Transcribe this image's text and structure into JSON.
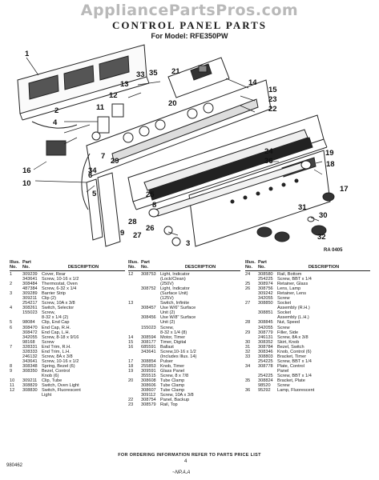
{
  "watermark": "AppliancePartsPros.com",
  "title": "CONTROL PANEL PARTS",
  "subtitle": "For Model: RFE350PW",
  "diagram_ref": "RA 0405",
  "callouts": [
    "1",
    "2",
    "3",
    "4",
    "5",
    "6",
    "7",
    "8",
    "9",
    "10",
    "11",
    "12",
    "13",
    "14",
    "15",
    "16",
    "17",
    "18",
    "19",
    "20",
    "21",
    "22",
    "23",
    "24",
    "25",
    "26",
    "27",
    "28",
    "29",
    "30",
    "31",
    "32",
    "33",
    "34",
    "35",
    "36"
  ],
  "table_headers": {
    "illus": "Illus.",
    "no": "No.",
    "part": "Part",
    "part_no": "No.",
    "description": "DESCRIPTION"
  },
  "parts_col1": [
    {
      "n": "1",
      "p": "309239",
      "d": "Cover, Rear"
    },
    {
      "n": "",
      "p": "343641",
      "d": "Screw, 10-16 x 1/2"
    },
    {
      "n": "2",
      "p": "308484",
      "d": "Thermostat, Oven"
    },
    {
      "n": "",
      "p": "487384",
      "d": "Screw, 6-32 x 1/4"
    },
    {
      "n": "3",
      "p": "309289",
      "d": "Barrier Strip"
    },
    {
      "n": "",
      "p": "309211",
      "d": "Clip (2)"
    },
    {
      "n": "",
      "p": "254217",
      "d": "Screw, 10A x 3/8"
    },
    {
      "n": "4",
      "p": "308261",
      "d": "Switch, Selector"
    },
    {
      "n": "",
      "p": "155023",
      "d": "Screw,"
    },
    {
      "n": "",
      "p": "",
      "d": "8-32 x 1/4 (2)"
    },
    {
      "n": "5",
      "p": "98084",
      "d": "Clip, End Cap"
    },
    {
      "n": "6",
      "p": "308470",
      "d": "End Cap, R.H."
    },
    {
      "n": "",
      "p": "308472",
      "d": "End Cap, L.H."
    },
    {
      "n": "",
      "p": "342055",
      "d": "Screw, 8-18 x 9/16"
    },
    {
      "n": "",
      "p": "98168",
      "d": "Screw"
    },
    {
      "n": "7",
      "p": "328331",
      "d": "End Trim, R.H."
    },
    {
      "n": "",
      "p": "328333",
      "d": "End Trim, L.H."
    },
    {
      "n": "",
      "p": "246132",
      "d": "Screw, 8A x 3/8"
    },
    {
      "n": "",
      "p": "343641",
      "d": "Screw, 10-16 x 1/2"
    },
    {
      "n": "8",
      "p": "308348",
      "d": "Spring, Bezel (6)"
    },
    {
      "n": "9",
      "p": "308350",
      "d": "Bezel, Control"
    },
    {
      "n": "",
      "p": "",
      "d": "Knob (6)"
    },
    {
      "n": "10",
      "p": "309211",
      "d": "Clip, Tube"
    },
    {
      "n": "11",
      "p": "308829",
      "d": "Switch, Oven Light"
    },
    {
      "n": "12",
      "p": "308830",
      "d": "Switch, Fluorescent"
    },
    {
      "n": "",
      "p": "",
      "d": "Light"
    }
  ],
  "parts_col2": [
    {
      "n": "12",
      "p": "308753",
      "d": "Light, Indicator"
    },
    {
      "n": "",
      "p": "",
      "d": "(Lock/Clean)"
    },
    {
      "n": "",
      "p": "",
      "d": "(250V)"
    },
    {
      "n": "",
      "p": "308752",
      "d": "Light, Indicator"
    },
    {
      "n": "",
      "p": "",
      "d": "(Surface Unit)"
    },
    {
      "n": "",
      "p": "",
      "d": "(125V)"
    },
    {
      "n": "13",
      "p": "",
      "d": "Switch, Infinite"
    },
    {
      "n": "",
      "p": "308457",
      "d": "Use W/6\" Surface"
    },
    {
      "n": "",
      "p": "",
      "d": "Unit (2)"
    },
    {
      "n": "",
      "p": "308456",
      "d": "Use W/8\" Surface"
    },
    {
      "n": "",
      "p": "",
      "d": "Unit (2)"
    },
    {
      "n": "",
      "p": "155023",
      "d": "Screw,"
    },
    {
      "n": "",
      "p": "",
      "d": "8-32 x 1/4 (8)"
    },
    {
      "n": "14",
      "p": "308594",
      "d": "Motor, Timer"
    },
    {
      "n": "15",
      "p": "308177",
      "d": "Timer, Digital"
    },
    {
      "n": "16",
      "p": "685591",
      "d": "Ballast"
    },
    {
      "n": "",
      "p": "343641",
      "d": "Screw,10-16 x 1/2"
    },
    {
      "n": "",
      "p": "",
      "d": "(Includes Illus. 14)"
    },
    {
      "n": "17",
      "p": "308854",
      "d": "Pulser"
    },
    {
      "n": "18",
      "p": "255853",
      "d": "Knob, Timer"
    },
    {
      "n": "19",
      "p": "309591",
      "d": "Glass Panel"
    },
    {
      "n": "",
      "p": "355515",
      "d": "Screw, 8 x 7/8"
    },
    {
      "n": "20",
      "p": "308608",
      "d": "Tube Clamp"
    },
    {
      "n": "",
      "p": "308606",
      "d": "Tube Clamp"
    },
    {
      "n": "",
      "p": "308607",
      "d": "Tube Clamp"
    },
    {
      "n": "",
      "p": "309112",
      "d": "Screw, 10A x 3/8"
    },
    {
      "n": "22",
      "p": "308754",
      "d": "Panel, Backup"
    },
    {
      "n": "23",
      "p": "308579",
      "d": "Rail, Top"
    }
  ],
  "parts_col3": [
    {
      "n": "24",
      "p": "308580",
      "d": "Rail, Bottom"
    },
    {
      "n": "",
      "p": "254225",
      "d": "Screw, BBT x 1/4"
    },
    {
      "n": "25",
      "p": "308974",
      "d": "Retainer, Glass"
    },
    {
      "n": "26",
      "p": "308756",
      "d": "Lens, Lamp"
    },
    {
      "n": "",
      "p": "309242",
      "d": "Retainer, Lens"
    },
    {
      "n": "",
      "p": "342055",
      "d": "Screw"
    },
    {
      "n": "27",
      "p": "308850",
      "d": "Socket"
    },
    {
      "n": "",
      "p": "",
      "d": "Assembly (R.H.)"
    },
    {
      "n": "",
      "p": "308851",
      "d": "Socket"
    },
    {
      "n": "",
      "p": "",
      "d": "Assembly (L.H.)"
    },
    {
      "n": "28",
      "p": "308845",
      "d": "Nut, Speed"
    },
    {
      "n": "",
      "p": "342055",
      "d": "Screw"
    },
    {
      "n": "29",
      "p": "308779",
      "d": "Filler, Side"
    },
    {
      "n": "",
      "p": "246131",
      "d": "Screw, 8A x 3/8"
    },
    {
      "n": "30",
      "p": "308352",
      "d": "Skirt, Knob"
    },
    {
      "n": "31",
      "p": "308784",
      "d": "Bezel, Switch"
    },
    {
      "n": "32",
      "p": "308346",
      "d": "Knob, Control (6)"
    },
    {
      "n": "33",
      "p": "308803",
      "d": "Bracket, Timer"
    },
    {
      "n": "",
      "p": "254225",
      "d": "Screw, BBT x 1/4"
    },
    {
      "n": "34",
      "p": "308778",
      "d": "Plate, Control"
    },
    {
      "n": "",
      "p": "",
      "d": "Panel"
    },
    {
      "n": "",
      "p": "254225",
      "d": "Screw, BBT x 1/4"
    },
    {
      "n": "35",
      "p": "308824",
      "d": "Bracket, Plate"
    },
    {
      "n": "",
      "p": "98520",
      "d": "Screw"
    },
    {
      "n": "36",
      "p": "95292",
      "d": "Lamp, Fluorescent"
    }
  ],
  "footer": "FOR ORDERING INFORMATION REFER TO PARTS PRICE LIST",
  "page_number": "4",
  "doc_number": "980462",
  "scrawl": "~NP.A.A"
}
